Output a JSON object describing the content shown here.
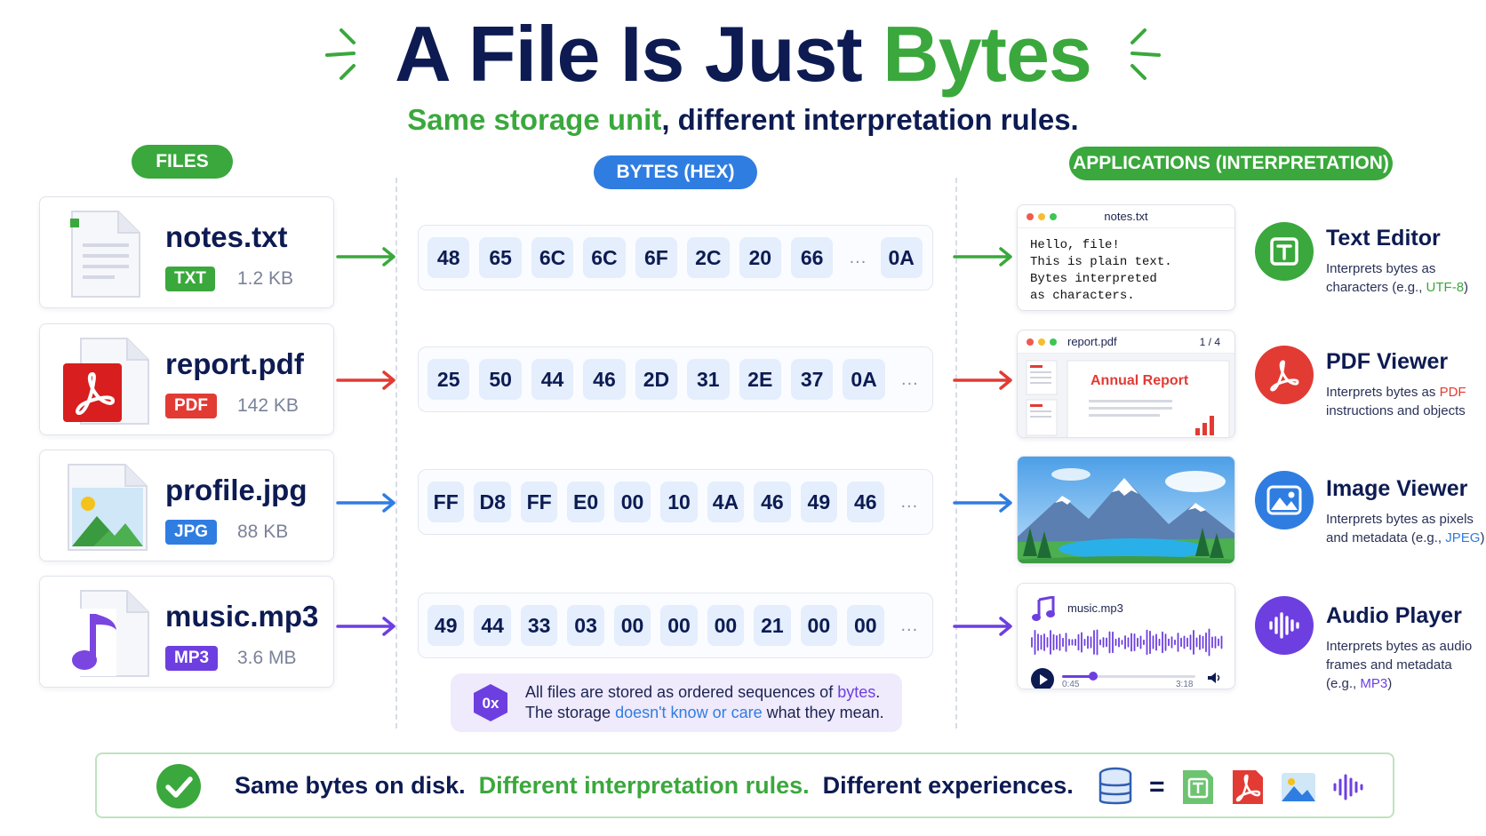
{
  "title": {
    "part1": "A File Is Just ",
    "part2": "Bytes"
  },
  "subtitle": {
    "part1": "Same storage unit",
    "part2": ", different interpretation rules."
  },
  "labels": {
    "files": "FILES",
    "bytes": "BYTES (HEX)",
    "apps": "APPLICATIONS (INTERPRETATION)"
  },
  "files": [
    {
      "name": "notes.txt",
      "badge": "TXT",
      "size": "1.2 KB",
      "color": "#3aa83c"
    },
    {
      "name": "report.pdf",
      "badge": "PDF",
      "size": "142 KB",
      "color": "#e23b34"
    },
    {
      "name": "profile.jpg",
      "badge": "JPG",
      "size": "88 KB",
      "color": "#2f7de1"
    },
    {
      "name": "music.mp3",
      "badge": "MP3",
      "size": "3.6 MB",
      "color": "#6d3fe0"
    }
  ],
  "hex_rows": [
    {
      "bytes": [
        "48",
        "65",
        "6C",
        "6C",
        "6F",
        "2C",
        "20",
        "66"
      ],
      "ellipsis": "...",
      "after": [
        "0A"
      ]
    },
    {
      "bytes": [
        "25",
        "50",
        "44",
        "46",
        "2D",
        "31",
        "2E",
        "37",
        "0A"
      ],
      "ellipsis": "...",
      "after": []
    },
    {
      "bytes": [
        "FF",
        "D8",
        "FF",
        "E0",
        "00",
        "10",
        "4A",
        "46",
        "49",
        "46"
      ],
      "ellipsis": "...",
      "after": []
    },
    {
      "bytes": [
        "49",
        "44",
        "33",
        "03",
        "00",
        "00",
        "00",
        "21",
        "00",
        "00"
      ],
      "ellipsis": "...",
      "after": []
    }
  ],
  "note": {
    "badge": "0x",
    "line1_a": "All files are stored as ordered sequences of ",
    "line1_b": "bytes",
    "line1_c": ".",
    "line2_a": "The storage ",
    "line2_b": "doesn't know or care",
    "line2_c": " what they mean."
  },
  "previews": {
    "text": {
      "title": "notes.txt",
      "lines": [
        "Hello, file!",
        "This is plain text.",
        "Bytes interpreted",
        "as characters."
      ]
    },
    "pdf": {
      "title": "report.pdf",
      "page": "1 / 4",
      "heading": "Annual Report"
    },
    "audio": {
      "title": "music.mp3",
      "current": "0:45",
      "total": "3:18",
      "progress": 0.23
    }
  },
  "apps": [
    {
      "name": "Text Editor",
      "desc_a": "Interprets bytes as characters (e.g., ",
      "desc_b": "UTF-8",
      "desc_c": ")",
      "color": "#3aa83c"
    },
    {
      "name": "PDF Viewer",
      "desc_a": "Interprets bytes as ",
      "desc_b": "PDF",
      "desc_c": " instructions and objects",
      "color": "#e23b34"
    },
    {
      "name": "Image Viewer",
      "desc_a": "Interprets bytes as pixels and metadata (e.g., ",
      "desc_b": "JPEG",
      "desc_c": ")",
      "color": "#2f7de1"
    },
    {
      "name": "Audio Player",
      "desc_a": "Interprets bytes as audio frames and metadata (e.g., ",
      "desc_b": "MP3",
      "desc_c": ")",
      "color": "#6d3fe0"
    }
  ],
  "bottom": {
    "part1": "Same bytes on disk.  ",
    "part2": "Different interpretation rules.",
    "part3": "  Different experiences.",
    "equals": "="
  },
  "colors": {
    "green": "#3aa83c",
    "red": "#e23b34",
    "blue": "#2f7de1",
    "purple": "#6d3fe0",
    "navy": "#0d1b52"
  }
}
